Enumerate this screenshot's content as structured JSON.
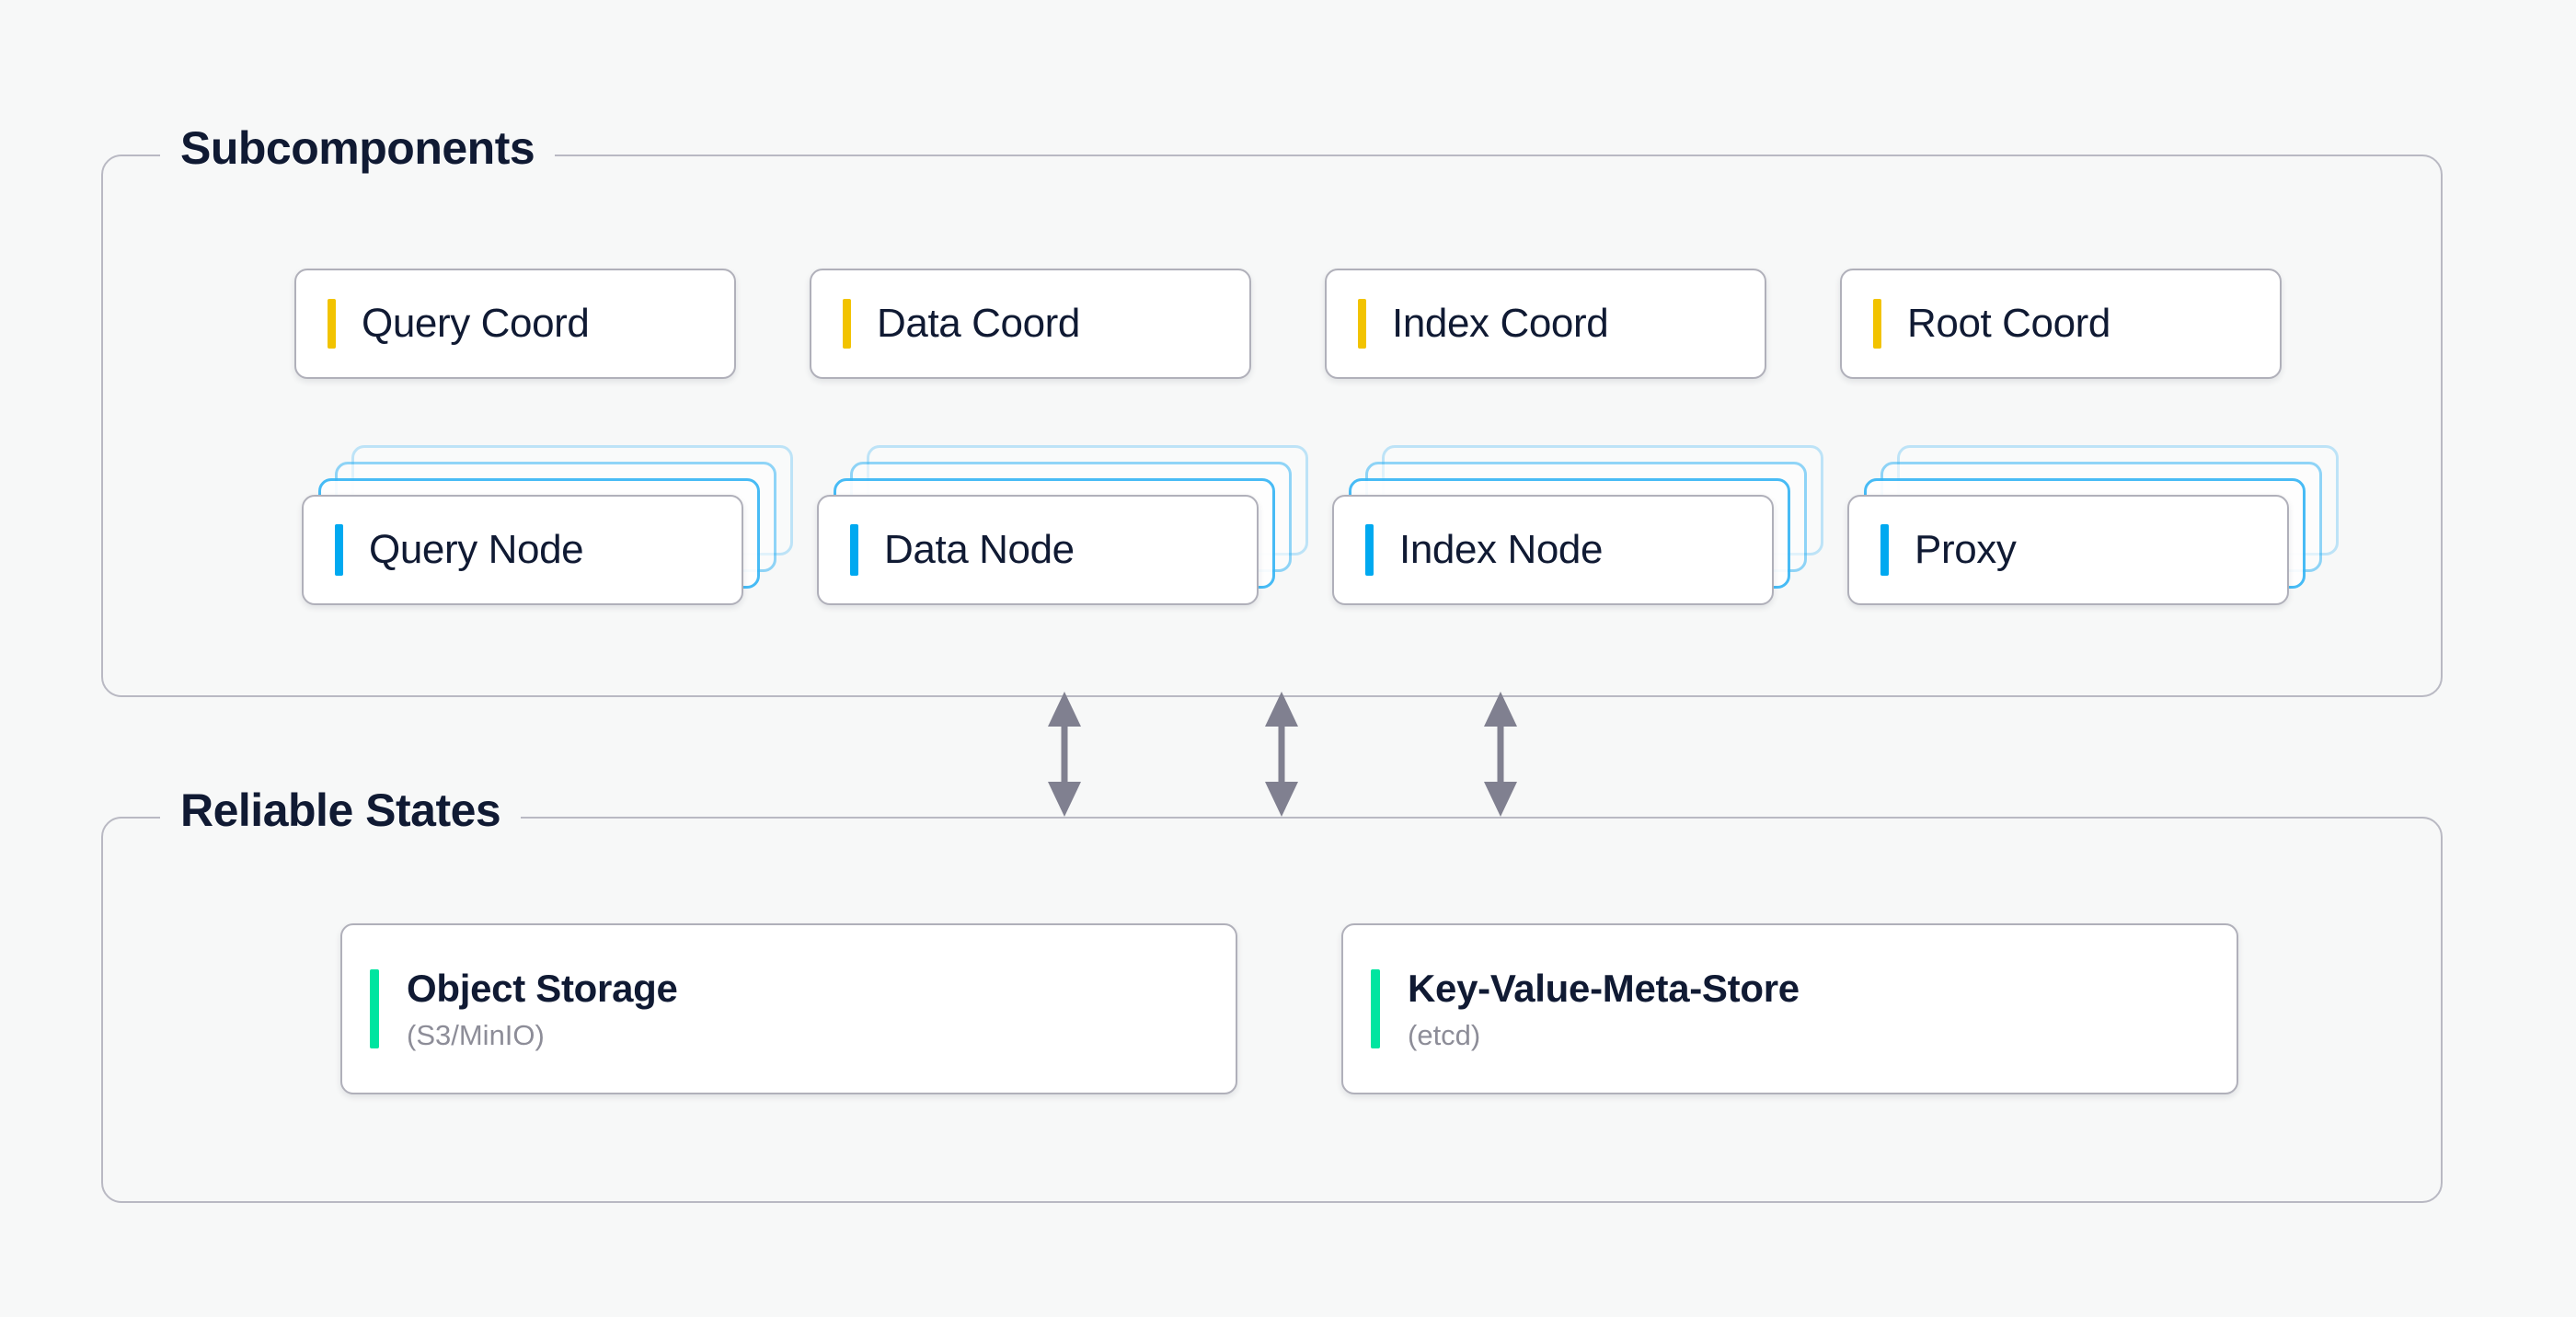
{
  "panels": {
    "subcomponents": {
      "legend": "Subcomponents"
    },
    "reliable": {
      "legend": "Reliable States"
    }
  },
  "coordinators": [
    {
      "label": "Query Coord",
      "accent": "#f2c300"
    },
    {
      "label": "Data Coord",
      "accent": "#f2c300"
    },
    {
      "label": "Index Coord",
      "accent": "#f2c300"
    },
    {
      "label": "Root Coord",
      "accent": "#f2c300"
    }
  ],
  "nodes": [
    {
      "label": "Query Node",
      "accent": "#00a9f0",
      "stack": 3
    },
    {
      "label": "Data Node",
      "accent": "#00a9f0",
      "stack": 3
    },
    {
      "label": "Index Node",
      "accent": "#00a9f0",
      "stack": 3
    },
    {
      "label": "Proxy",
      "accent": "#00a9f0",
      "stack": 3
    }
  ],
  "stores": [
    {
      "title": "Object Storage",
      "subtitle": "(S3/MinIO)",
      "accent": "#00e5a0"
    },
    {
      "title": "Key-Value-Meta-Store",
      "subtitle": "(etcd)",
      "accent": "#00e5a0"
    }
  ],
  "connectors": {
    "count": 3,
    "style": "double-headed-vertical-arrow",
    "color": "#808090"
  },
  "colors": {
    "background": "#f7f8f8",
    "panel_border": "#b9b9c3",
    "card_border": "#b0b0ba",
    "text": "#101a33",
    "muted_text": "#8d8d98",
    "accent_coordinator": "#f2c300",
    "accent_node": "#00a9f0",
    "accent_store": "#00e5a0",
    "stack_outline": "#39b6f5"
  }
}
